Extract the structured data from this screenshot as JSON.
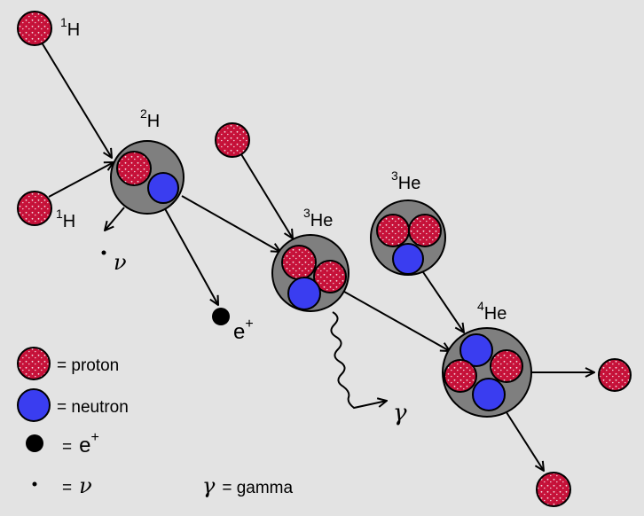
{
  "colors": {
    "background": "#e3e3e3",
    "nucleus_shell": "#7f7f7f",
    "proton": "#c8123a",
    "proton_speckle": "#f3dce2",
    "neutron": "#3a3df0",
    "positron": "#000000",
    "line": "#000000"
  },
  "labels": {
    "h1_top": {
      "sup": "1",
      "base": "H"
    },
    "h1_bottom": {
      "sup": "1",
      "base": "H"
    },
    "h2": {
      "sup": "2",
      "base": "H"
    },
    "he3_center": {
      "sup": "3",
      "base": "He"
    },
    "he3_right": {
      "sup": "3",
      "base": "He"
    },
    "he4": {
      "sup": "4",
      "base": "He"
    },
    "neutrino": "ν",
    "positron": {
      "base": "e",
      "sup": "+"
    },
    "gamma": "γ"
  },
  "legend": {
    "proton": "= proton",
    "neutron": "= neutron",
    "positron": {
      "eq": "=",
      "base": "e",
      "sup": "+"
    },
    "neutrino": {
      "eq": "=",
      "sym": "ν"
    },
    "gamma": {
      "sym": "γ",
      "text": "= gamma"
    }
  },
  "icons": [
    "proton-icon",
    "neutron-icon",
    "positron-icon",
    "neutrino-icon",
    "gamma-wave-icon",
    "arrow-icon"
  ]
}
